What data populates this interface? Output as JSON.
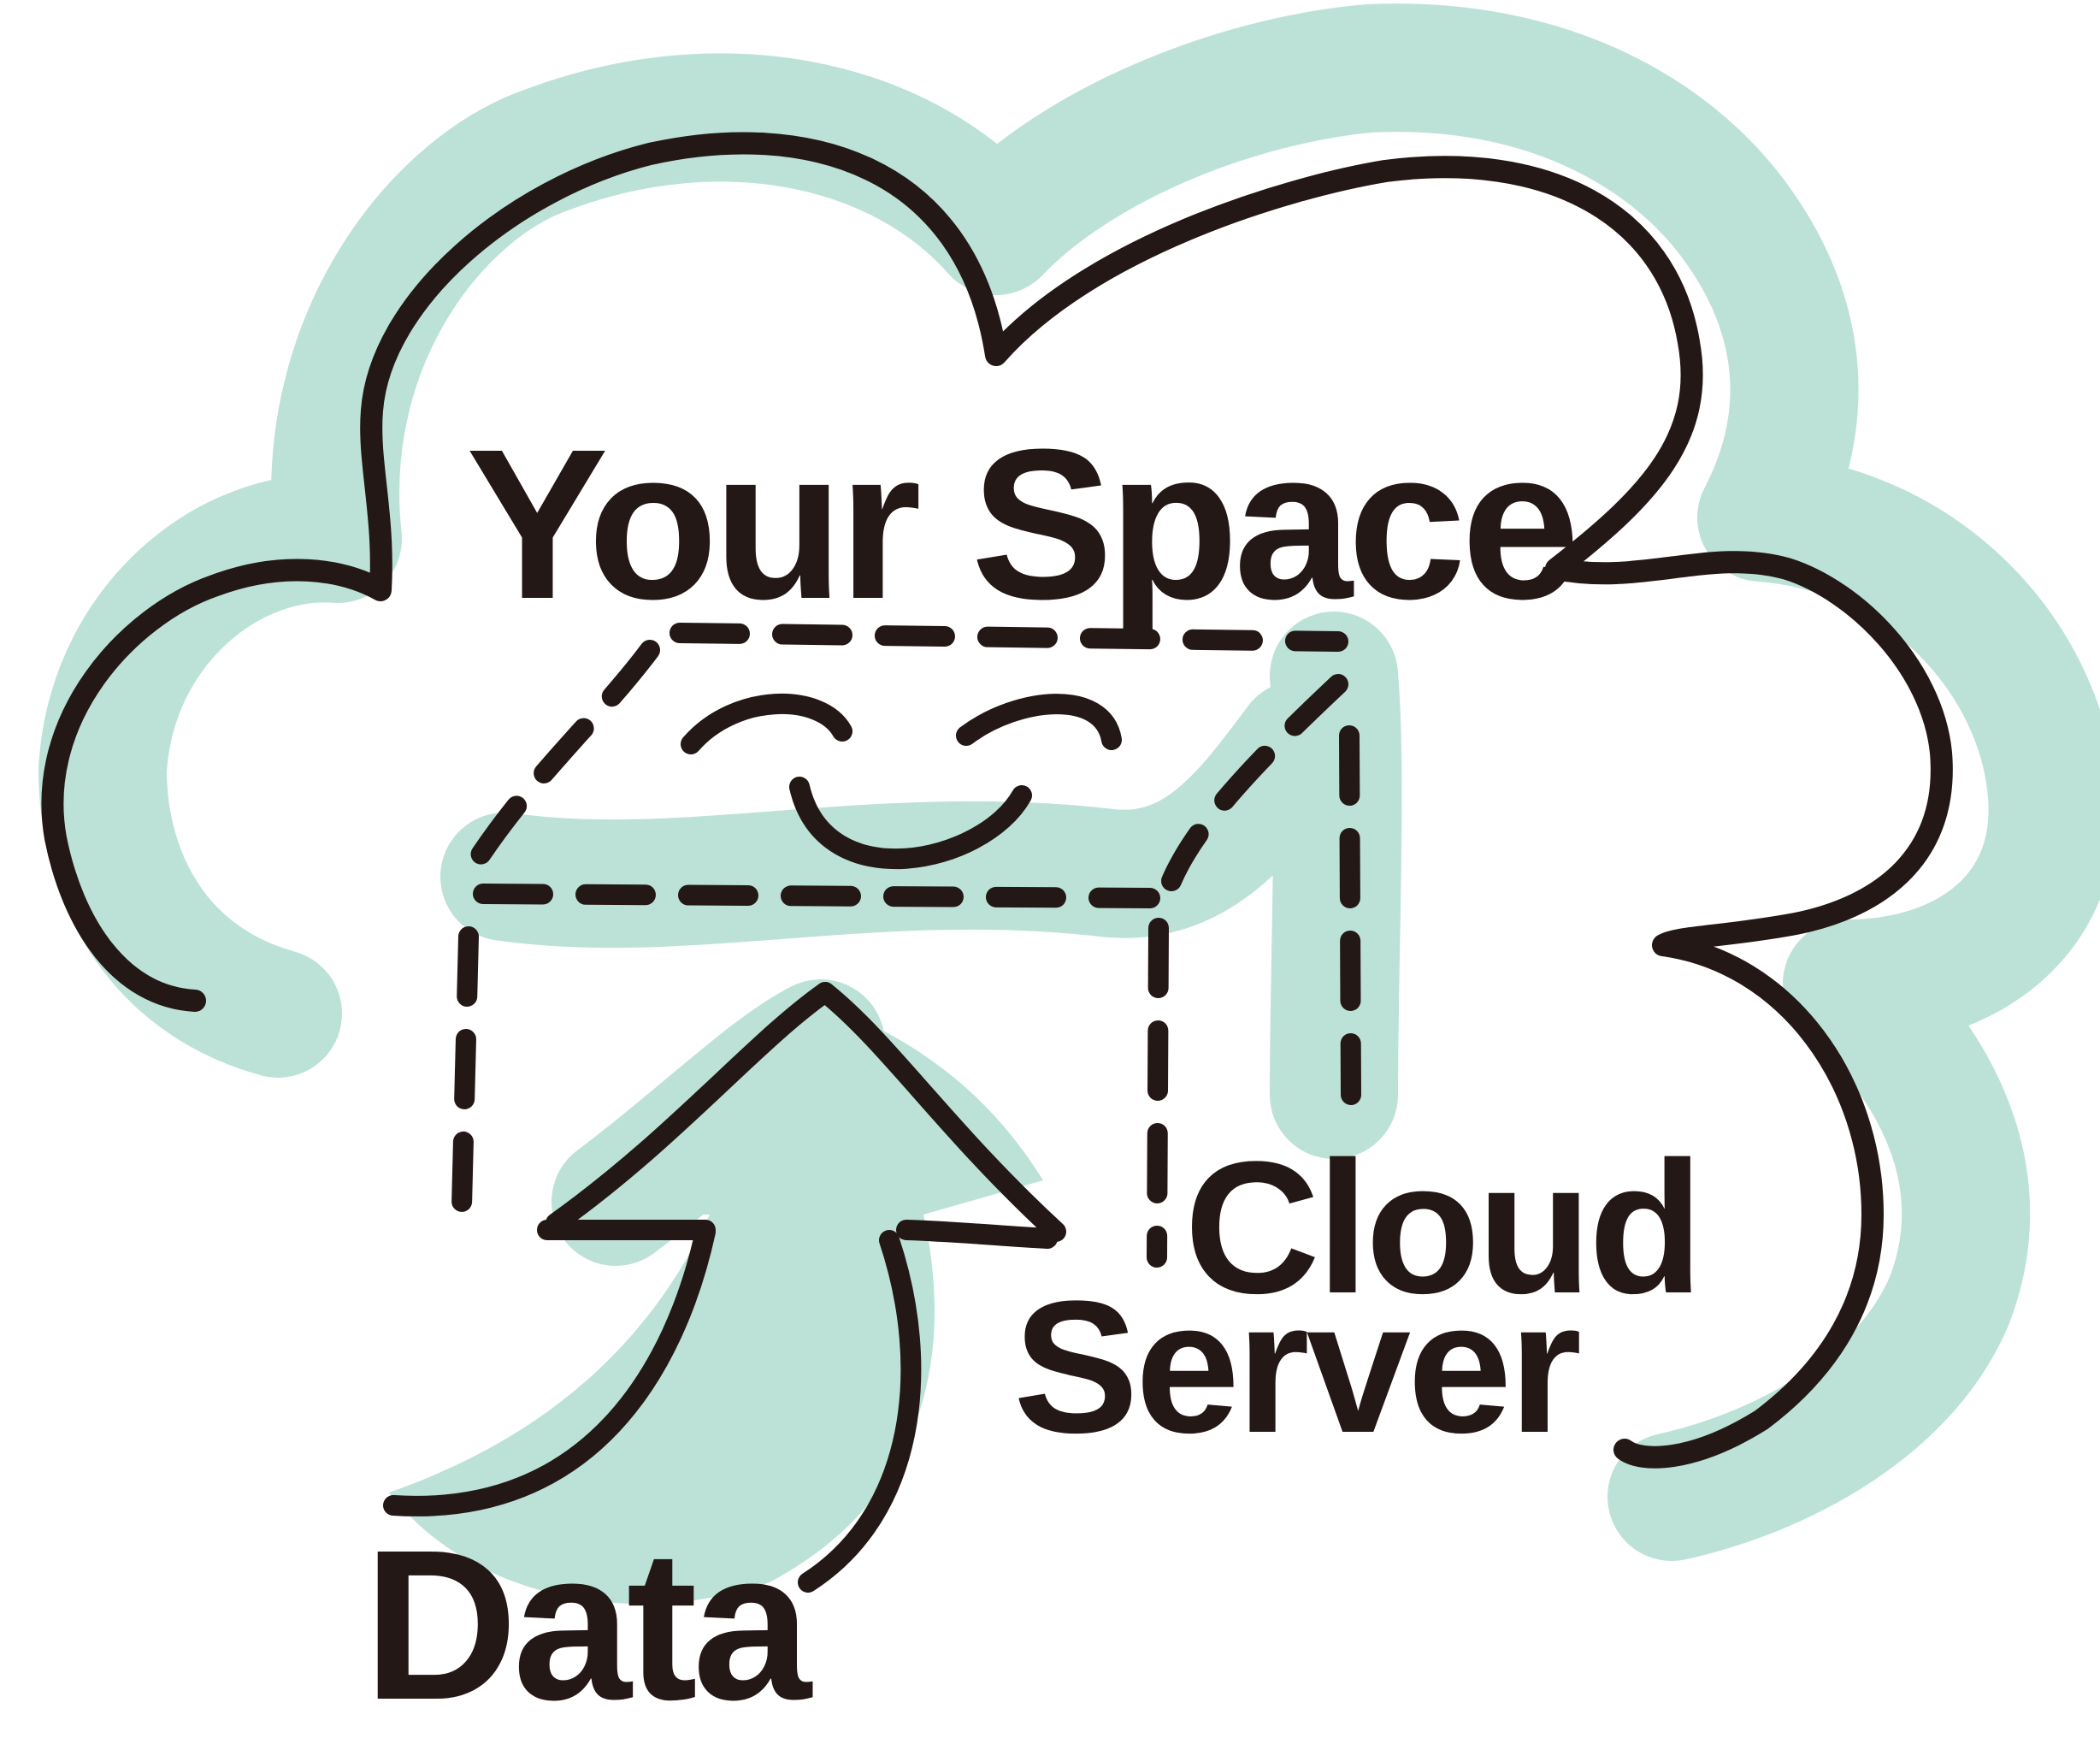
{
  "labels": {
    "your_space": "Your Space",
    "cloud": "Cloud",
    "server": "Server",
    "data": "Data"
  },
  "colors": {
    "fill": "#bce2d8",
    "ink": "#231815",
    "background": "#ffffff"
  }
}
